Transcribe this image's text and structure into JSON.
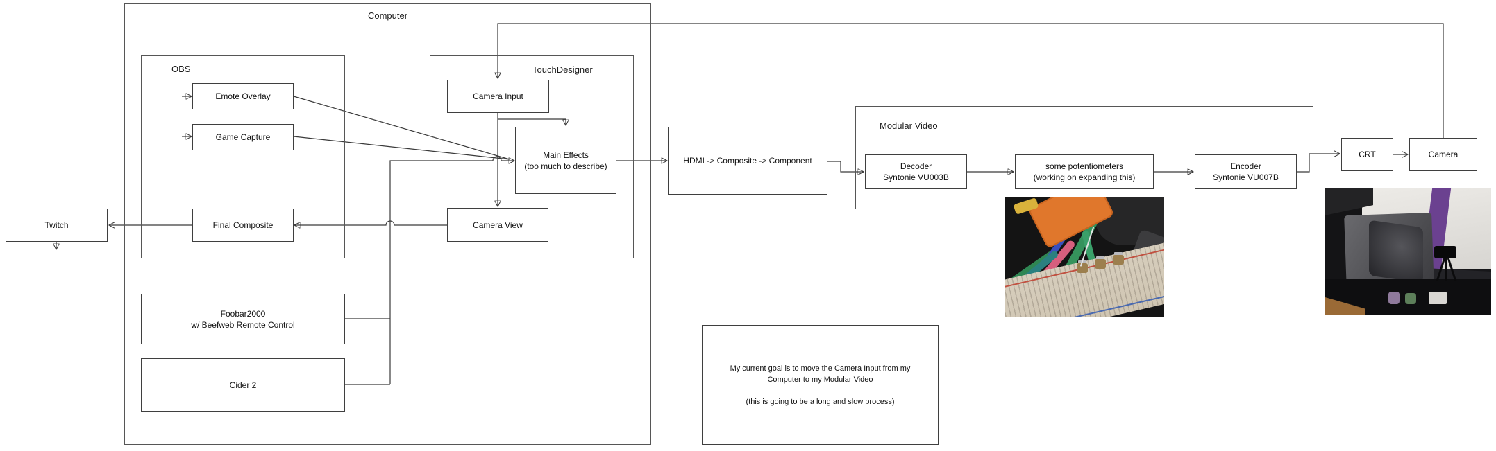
{
  "diagram": {
    "containers": {
      "computer": {
        "label": "Computer"
      },
      "obs": {
        "label": "OBS"
      },
      "touchdesigner": {
        "label": "TouchDesigner"
      },
      "modular_video": {
        "label": "Modular Video"
      }
    },
    "nodes": {
      "twitch": {
        "label": "Twitch"
      },
      "emote_overlay": {
        "label": "Emote Overlay"
      },
      "game_capture": {
        "label": "Game Capture"
      },
      "final_composite": {
        "label": "Final Composite"
      },
      "camera_input": {
        "label": "Camera Input"
      },
      "main_effects": {
        "line1": "Main Effects",
        "line2": "(too much to describe)"
      },
      "camera_view": {
        "label": "Camera View"
      },
      "foobar2000": {
        "line1": "Foobar2000",
        "line2": "w/ Beefweb Remote Control"
      },
      "cider": {
        "label": "Cider 2"
      },
      "hdmi_converter": {
        "label": "HDMI -> Composite -> Component"
      },
      "decoder": {
        "line1": "Decoder",
        "line2": "Syntonie VU003B"
      },
      "potentiometers": {
        "line1": "some potentiometers",
        "line2": "(working on expanding this)"
      },
      "encoder": {
        "line1": "Encoder",
        "line2": "Syntonie VU007B"
      },
      "crt": {
        "label": "CRT"
      },
      "camera": {
        "label": "Camera"
      }
    },
    "note": {
      "line1": "My current goal is to move the Camera Input from my",
      "line2": "Computer to my Modular Video",
      "line3": "(this is going to be a long and slow process)"
    },
    "colors": {
      "line": "#3a3a3a",
      "container_border": "#565656",
      "node_border": "#3f3f3f",
      "background": "#ffffff"
    }
  }
}
